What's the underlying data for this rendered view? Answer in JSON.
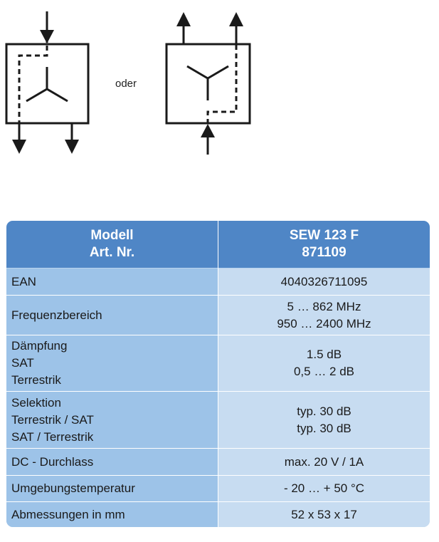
{
  "diagram": {
    "separator_text": "oder"
  },
  "table": {
    "header": {
      "left": [
        "Modell",
        "Art. Nr."
      ],
      "right": [
        "SEW 123 F",
        "871109"
      ]
    },
    "rows": [
      {
        "label": [
          "EAN"
        ],
        "value": [
          "4040326711095"
        ]
      },
      {
        "label": [
          "Frequenzbereich"
        ],
        "value": [
          "5 … 862 MHz",
          "950 … 2400 MHz"
        ]
      },
      {
        "label": [
          "Dämpfung",
          "SAT",
          "Terrestrik"
        ],
        "value": [
          "1.5 dB",
          "0,5 … 2 dB"
        ]
      },
      {
        "label": [
          "Selektion",
          "Terrestrik / SAT",
          "SAT / Terrestrik"
        ],
        "value": [
          "typ. 30 dB",
          "typ. 30 dB"
        ]
      },
      {
        "label": [
          "DC - Durchlass"
        ],
        "value": [
          "max. 20 V / 1A"
        ]
      },
      {
        "label": [
          "Umgebungstemperatur"
        ],
        "value": [
          "- 20 … + 50 °C"
        ]
      },
      {
        "label": [
          "Abmessungen in mm"
        ],
        "value": [
          "52 x 53 x 17"
        ]
      }
    ]
  }
}
